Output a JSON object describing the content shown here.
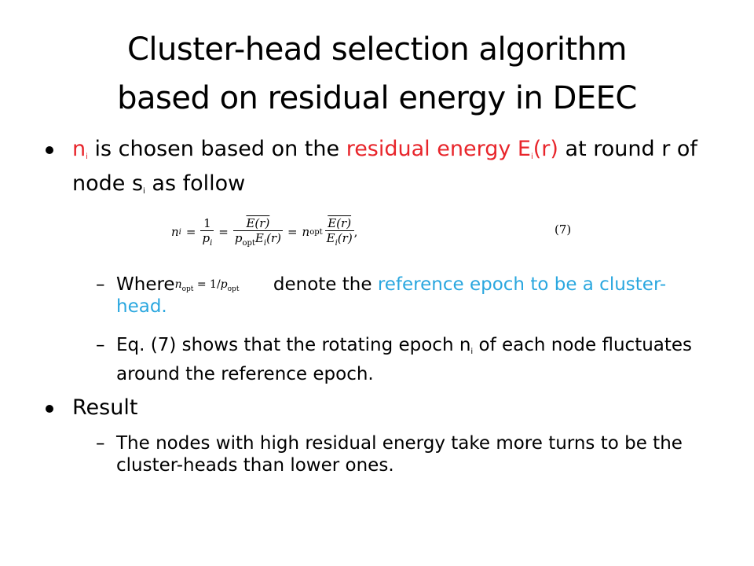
{
  "title": {
    "line1": "Cluster-head selection algorithm",
    "line2": "based on residual energy in DEEC"
  },
  "bullet1": {
    "n": "n",
    "n_sub": "i",
    "t1": " is chosen based on the ",
    "red": "residual energy E",
    "red_sub": "i",
    "red2": "(r)",
    "t2": " at round r of node s",
    "s_sub": "i",
    "t3": " as follow"
  },
  "equation": {
    "lhs": "n",
    "lhs_sub": "i",
    "eq": "=",
    "f1_num": "1",
    "f1_den": "p",
    "f1_den_sub": "i",
    "f2_num": "E(r)",
    "f2_den_a": "p",
    "f2_den_a_sub": "opt",
    "f2_den_b": "E",
    "f2_den_b_sub": "i",
    "f2_den_c": "(r)",
    "mid": "n",
    "mid_sub": "opt",
    "f3_num": "E(r)",
    "f3_den_b": "E",
    "f3_den_b_sub": "i",
    "f3_den_c": "(r)",
    "comma": ",",
    "number": "(7)"
  },
  "sub1": {
    "dash": "–",
    "where": "Where",
    "inline_n": "n",
    "inline_n_sub": "opt",
    "inline_eq": " = 1/",
    "inline_p": "p",
    "inline_p_sub": "opt",
    "t1": " denote the ",
    "blue": "reference epoch to be a cluster-head."
  },
  "sub2": {
    "dash": "–",
    "t1": "Eq. (7) shows that the rotating epoch n",
    "n_sub": "i",
    "t2": " of each node fluctuates around the reference epoch."
  },
  "bullet2": {
    "label": "Result"
  },
  "sub3": {
    "dash": "–",
    "text": "The nodes with high residual energy take more turns to be the cluster-heads than lower ones."
  },
  "colors": {
    "highlight_red": "#e8252b",
    "highlight_blue": "#2aa7df"
  }
}
